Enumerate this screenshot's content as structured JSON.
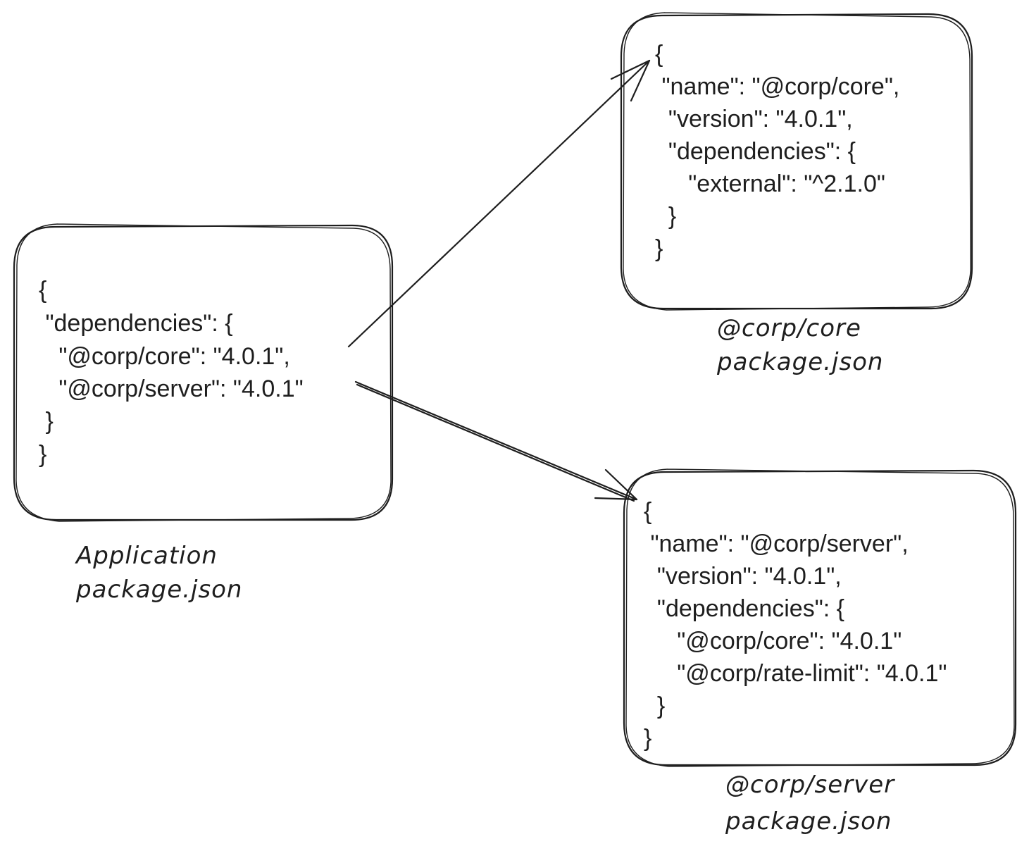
{
  "boxes": {
    "application": {
      "lines": [
        "{",
        " \"dependencies\": {",
        "   \"@corp/core\": \"4.0.1\",",
        "   \"@corp/server\": \"4.0.1\"",
        " }",
        "}"
      ],
      "caption": [
        "Application",
        "package.json"
      ]
    },
    "core": {
      "lines": [
        "{",
        " \"name\": \"@corp/core\",",
        "  \"version\": \"4.0.1\",",
        "  \"dependencies\": {",
        "     \"external\": \"^2.1.0\"",
        "  }",
        "}"
      ],
      "caption": [
        "@corp/core",
        "package.json"
      ]
    },
    "server": {
      "lines": [
        "{",
        " \"name\": \"@corp/server\",",
        "  \"version\": \"4.0.1\",",
        "  \"dependencies\": {",
        "     \"@corp/core\": \"4.0.1\"",
        "     \"@corp/rate-limit\": \"4.0.1\"",
        "  }",
        "}"
      ],
      "caption": [
        "@corp/server",
        "package.json"
      ]
    }
  },
  "colors": {
    "stroke": "#1e1e1e",
    "background": "#ffffff"
  }
}
